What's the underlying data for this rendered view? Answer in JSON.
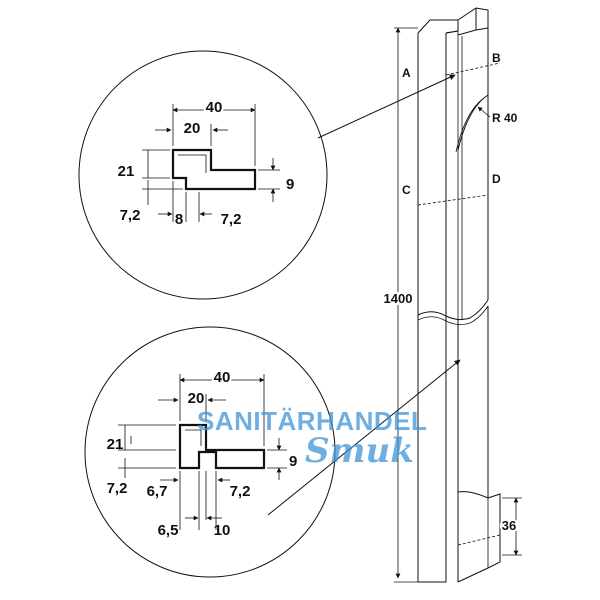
{
  "detail_top": {
    "dims": {
      "w40": "40",
      "w20": "20",
      "h21": "21",
      "h9": "9",
      "d72a": "7,2",
      "d8": "8",
      "d72b": "7,2"
    }
  },
  "detail_bottom": {
    "dims": {
      "w40": "40",
      "w20": "20",
      "h21": "21",
      "h9": "9",
      "d72a": "7,2",
      "d67": "6,7",
      "d72b": "7,2",
      "d65": "6,5",
      "d10": "10"
    }
  },
  "profile": {
    "labels": {
      "a": "A",
      "b": "B",
      "c": "C",
      "d": "D",
      "r40": "R 40"
    },
    "length": "1400",
    "end_height": "36"
  },
  "watermark": {
    "line1": "SANITÄRHANDEL",
    "line2": "Smuk",
    "color": "#3f93d6"
  }
}
